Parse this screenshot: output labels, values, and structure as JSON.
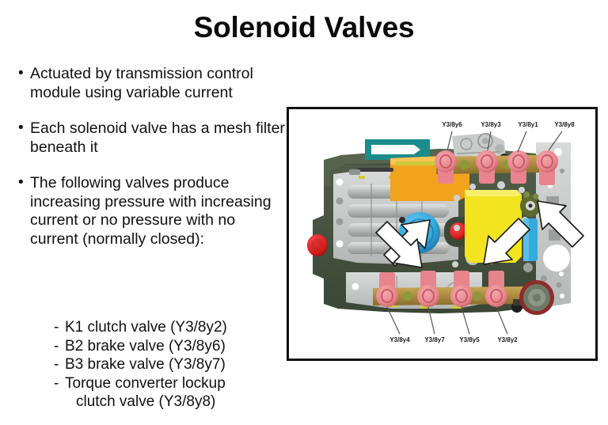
{
  "slide": {
    "title": "Solenoid Valves"
  },
  "bullets": [
    {
      "marker": "•",
      "text": "Actuated by transmission control module using variable current"
    },
    {
      "marker": "•",
      "text": "Each solenoid valve has a mesh filter beneath it"
    },
    {
      "marker": "•",
      "text": "The following valves produce increasing pressure with increasing current or no pressure with no current (normally closed):"
    }
  ],
  "sub_items": [
    {
      "dash": "-",
      "text": "K1 clutch valve (Y3/8y2)",
      "continuation": ""
    },
    {
      "dash": "-",
      "text": "B2 brake valve (Y3/8y6)",
      "continuation": ""
    },
    {
      "dash": "-",
      "text": "B3 brake valve (Y3/8y7)",
      "continuation": ""
    },
    {
      "dash": "-",
      "text": "Torque converter lockup",
      "continuation": "clutch valve (Y3/8y8)"
    }
  ],
  "diagram": {
    "caption_alt": "Transmission valve body with solenoid valves",
    "top_labels": [
      {
        "id": "Y3/8y6"
      },
      {
        "id": "Y3/8y3"
      },
      {
        "id": "Y3/8y1"
      },
      {
        "id": "Y3/8y8"
      }
    ],
    "bottom_labels": [
      {
        "id": "Y3/8y4"
      },
      {
        "id": "Y3/8y7"
      },
      {
        "id": "Y3/8y5"
      },
      {
        "id": "Y3/8y2"
      }
    ],
    "colors": {
      "body_green": "#4a5742",
      "body_green_dark": "#3b4636",
      "plate_gray": "#b9bcbb",
      "plate_gray_light": "#d2d4d3",
      "solenoid_pink": "#e8848c",
      "solenoid_pink_dark": "#cf6670",
      "rail_bronze": "#a7873c",
      "rail_bronze_light": "#c4a24e",
      "accent_yellow": "#f2e41f",
      "accent_orange": "#f0a41e",
      "accent_teal": "#1b8c8c",
      "accent_blue": "#35aadd",
      "accent_blue_dark": "#1c86bf",
      "accent_red": "#dd2020",
      "accent_red_dark": "#a81414",
      "arrow_white": "#ffffff",
      "arrow_outline": "#1a1a1a",
      "label_text": "#1a1a1a",
      "panel_border": "#111111",
      "title_text": "#0a0a0a"
    }
  }
}
